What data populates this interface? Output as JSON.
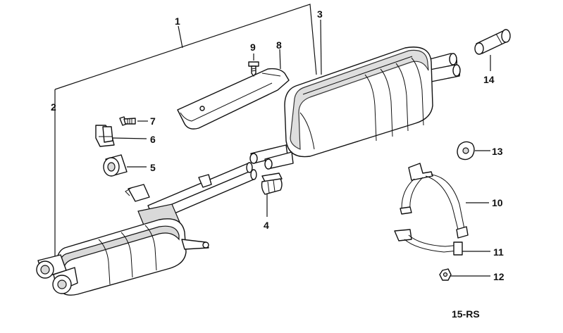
{
  "diagram": {
    "callouts": {
      "c1": "1",
      "c2": "2",
      "c3": "3",
      "c4": "4",
      "c5": "5",
      "c6": "6",
      "c7": "7",
      "c8": "8",
      "c9": "9",
      "c10": "10",
      "c11": "11",
      "c12": "12",
      "c13": "13",
      "c14": "14"
    },
    "code": "15-RS"
  }
}
